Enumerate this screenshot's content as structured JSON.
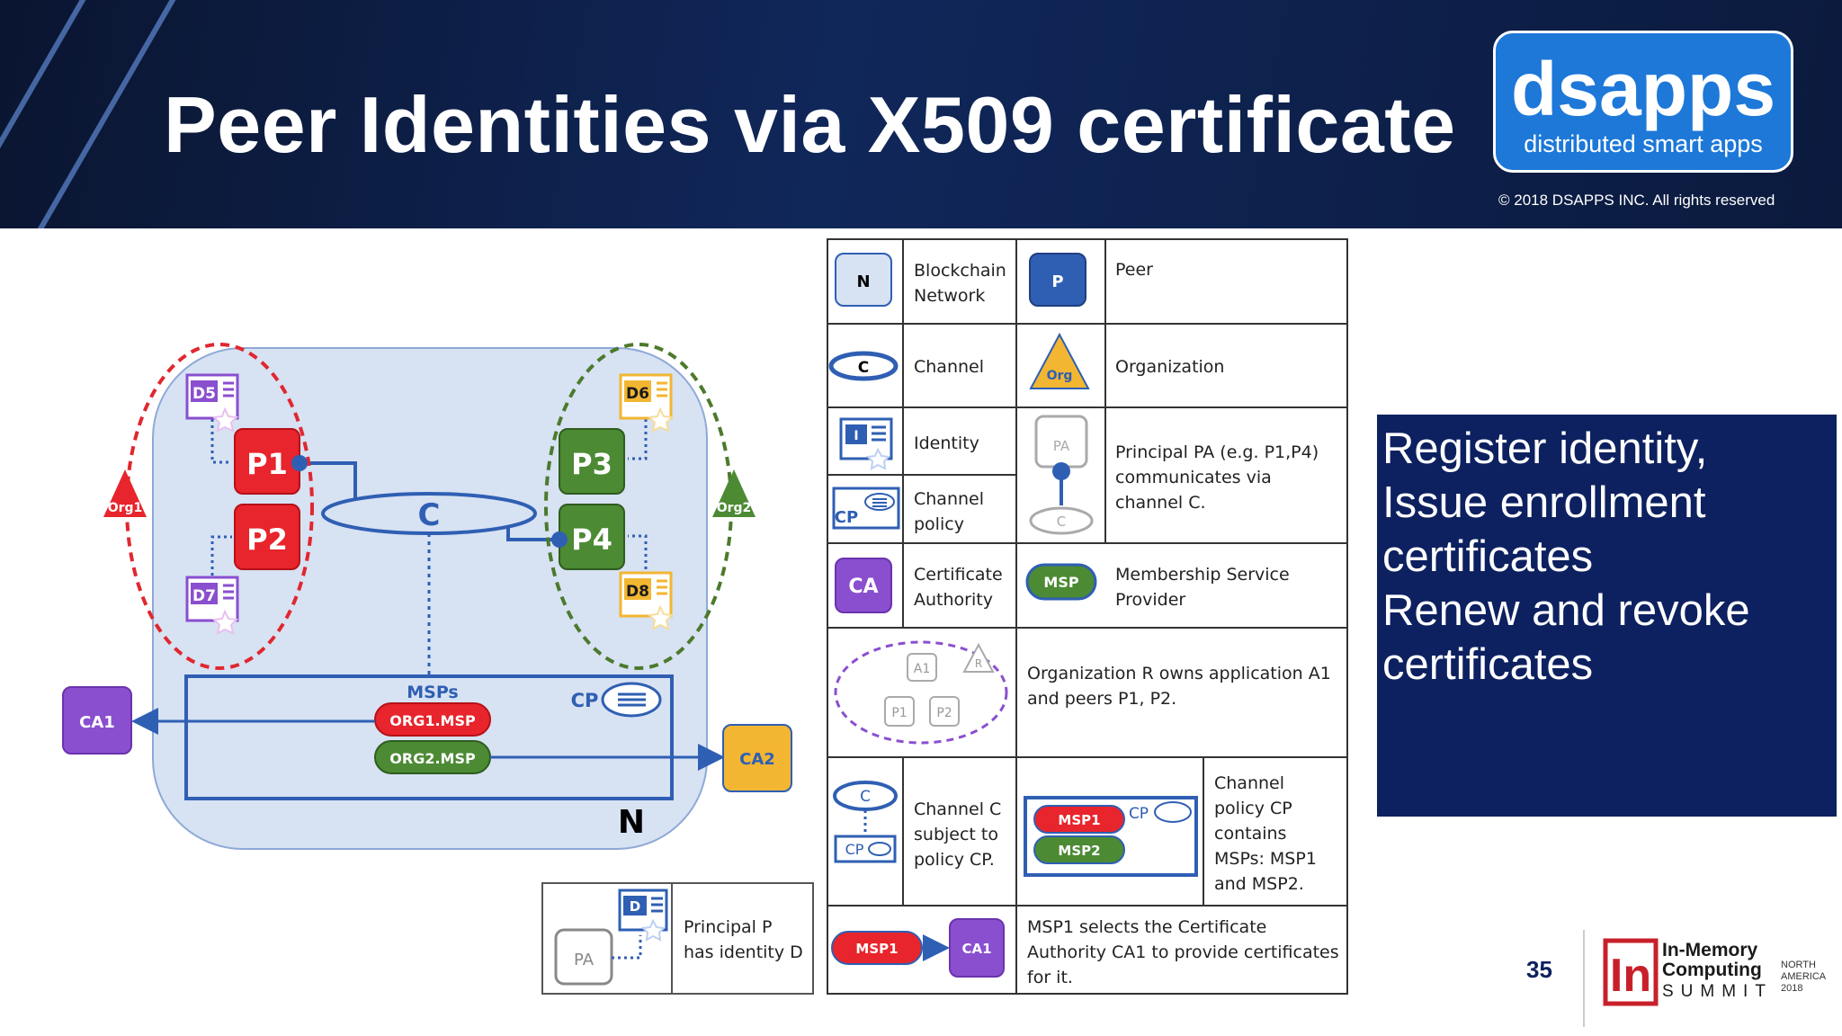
{
  "slide": {
    "title": "Peer Identities via X509 certificate",
    "logo_name": "dsapps",
    "logo_tagline": "distributed smart apps",
    "copyright": "© 2018 DSAPPS INC. All rights reserved",
    "page_number": "35"
  },
  "diagram": {
    "peers": [
      "P1",
      "P2",
      "P3",
      "P4"
    ],
    "identities": [
      "D5",
      "D6",
      "D7",
      "D8"
    ],
    "orgs": [
      "Org1",
      "Org2"
    ],
    "channel": "C",
    "msps_label": "MSPs",
    "msps": [
      "ORG1.MSP",
      "ORG2.MSP"
    ],
    "policy_label": "CP",
    "cas": [
      "CA1",
      "CA2"
    ],
    "network_label": "N"
  },
  "principal_box": {
    "pa": "PA",
    "identity": "D",
    "text_lines": [
      "Principal P",
      "has identity D"
    ]
  },
  "legend": {
    "network_icon": "N",
    "network_lines": [
      "Blockchain",
      "Network"
    ],
    "peer_icon": "P",
    "peer_lines": [
      "Peer"
    ],
    "channel_icon": "C",
    "channel_lines": [
      "Channel"
    ],
    "org_icon": "Org",
    "org_lines": [
      "Organization"
    ],
    "identity_icon": "I",
    "identity_lines": [
      "Identity"
    ],
    "principal_top": "PA",
    "principal_bottom": "C",
    "principal_lines": [
      "Principal PA (e.g. P1,P4)",
      "communicates via",
      "channel C."
    ],
    "policy_icon": "CP",
    "policy_lines": [
      "Channel",
      "policy"
    ],
    "ca_icon": "CA",
    "ca_lines": [
      "Certificate",
      "Authority"
    ],
    "msp_icon": "MSP",
    "msp_lines": [
      "Membership Service",
      "Provider"
    ],
    "org_app": [
      "A1",
      "P1",
      "P2",
      "R"
    ],
    "org_app_lines": [
      "Organization R owns application A1",
      "and peers P1, P2."
    ],
    "chan_policy_icons": [
      "C",
      "CP"
    ],
    "chan_policy_lines": [
      "Channel C",
      "subject to",
      "policy CP."
    ],
    "msp_pair": [
      "MSP1",
      "MSP2",
      "CP"
    ],
    "msp_pair_lines": [
      "Channel",
      "policy CP",
      "contains",
      "MSPs: MSP1",
      "and MSP2."
    ],
    "msp_ca": [
      "MSP1",
      "CA1"
    ],
    "msp_ca_lines": [
      "MSP1 selects the Certificate",
      "Authority CA1 to provide certificates",
      "for it."
    ]
  },
  "sidebar": {
    "lines": [
      "Register identity,",
      "",
      "Issue enrollment",
      "certificates",
      "",
      "Renew and revoke",
      "certificates"
    ]
  },
  "summit": {
    "mark": "In",
    "line1": "In-Memory",
    "line2": "Computing",
    "line3": "SUMMIT",
    "region1": "NORTH",
    "region2": "AMERICA",
    "year": "2018"
  },
  "colors": {
    "peer_red": "#e8242c",
    "peer_green": "#4c8a34",
    "identity_purple": "#8a4fcf",
    "identity_gold": "#f2b632",
    "channel_blue": "#2f5fb3",
    "network_fill": "#d7e2f3",
    "sidebar_bg": "#0d2160",
    "header_bg": "#10275a"
  }
}
